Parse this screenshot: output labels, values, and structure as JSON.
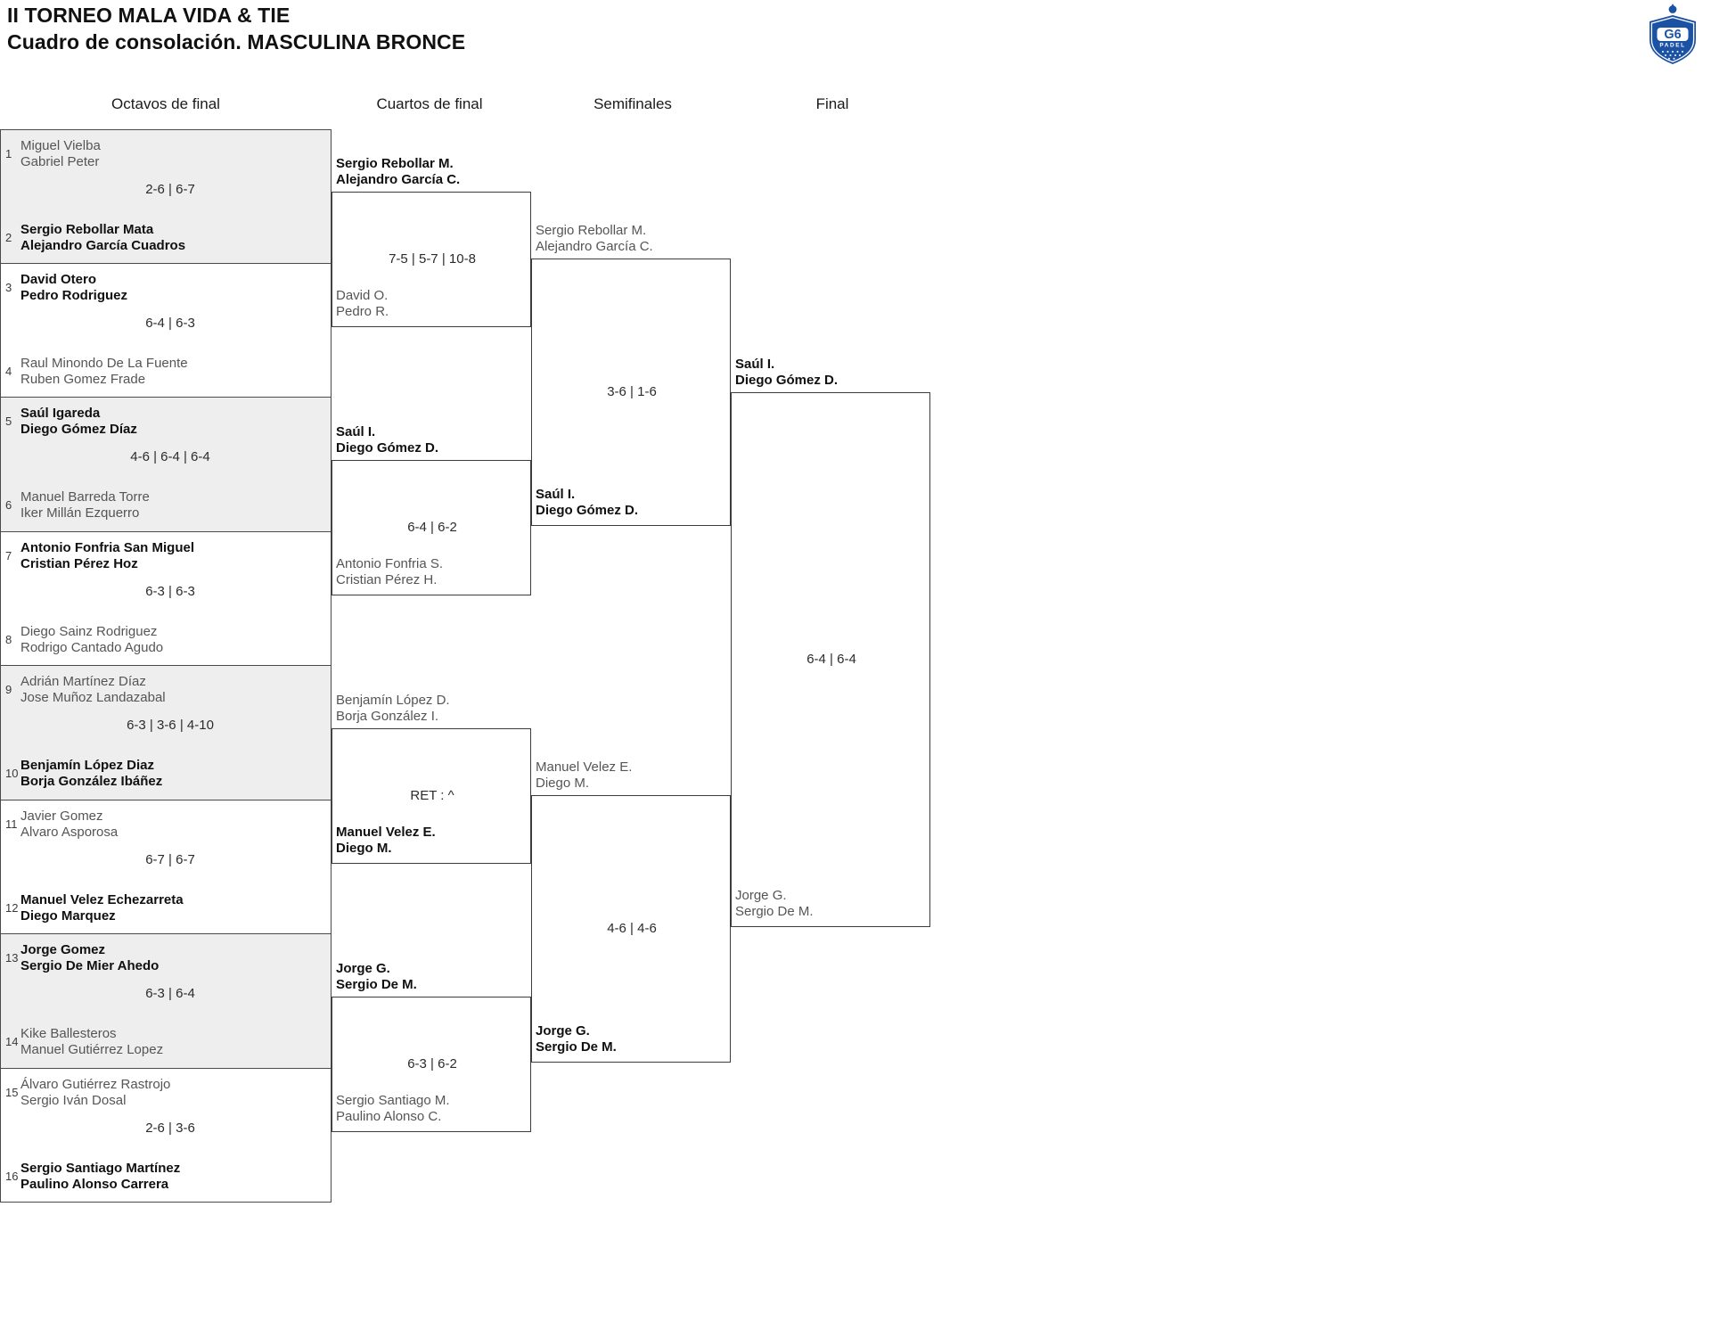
{
  "header": {
    "title_line1": "II TORNEO MALA VIDA & TIE",
    "title_line2": "Cuadro de consolación. MASCULINA BRONCE",
    "logo": {
      "name": "g6-padel-logo",
      "text": "G6",
      "subtext": "PADEL",
      "color": "#1b52a4"
    }
  },
  "rounds": [
    {
      "key": "r16",
      "label": "Octavos de final"
    },
    {
      "key": "qf",
      "label": "Cuartos de final"
    },
    {
      "key": "sf",
      "label": "Semifinales"
    },
    {
      "key": "final",
      "label": "Final"
    }
  ],
  "round_of_16": [
    {
      "seed_a": "1",
      "a1": "Miguel Vielba",
      "a2": "Gabriel Peter",
      "a_result": "lose",
      "seed_b": "2",
      "b1": "Sergio Rebollar Mata",
      "b2": "Alejandro García Cuadros",
      "b_result": "win",
      "score": "2-6 | 6-7",
      "shaded": true
    },
    {
      "seed_a": "3",
      "a1": "David Otero",
      "a2": "Pedro Rodriguez",
      "a_result": "win",
      "seed_b": "4",
      "b1": "Raul Minondo De La Fuente",
      "b2": "Ruben Gomez Frade",
      "b_result": "lose",
      "score": "6-4 | 6-3",
      "shaded": false
    },
    {
      "seed_a": "5",
      "a1": "Saúl Igareda",
      "a2": "Diego Gómez Díaz",
      "a_result": "win",
      "seed_b": "6",
      "b1": "Manuel Barreda Torre",
      "b2": "Iker Millán Ezquerro",
      "b_result": "lose",
      "score": "4-6 | 6-4 | 6-4",
      "shaded": true
    },
    {
      "seed_a": "7",
      "a1": "Antonio Fonfria San Miguel",
      "a2": "Cristian Pérez Hoz",
      "a_result": "win",
      "seed_b": "8",
      "b1": "Diego Sainz Rodriguez",
      "b2": "Rodrigo Cantado Agudo",
      "b_result": "lose",
      "score": "6-3 | 6-3",
      "shaded": false
    },
    {
      "seed_a": "9",
      "a1": "Adrián Martínez Díaz",
      "a2": "Jose Muñoz Landazabal",
      "a_result": "lose",
      "seed_b": "10",
      "b1": "Benjamín López Diaz",
      "b2": "Borja González Ibáñez",
      "b_result": "win",
      "score": "6-3 | 3-6 | 4-10",
      "shaded": true
    },
    {
      "seed_a": "11",
      "a1": "Javier Gomez",
      "a2": "Alvaro Asporosa",
      "a_result": "lose",
      "seed_b": "12",
      "b1": "Manuel Velez Echezarreta",
      "b2": "Diego Marquez",
      "b_result": "win",
      "score": "6-7 | 6-7",
      "shaded": false
    },
    {
      "seed_a": "13",
      "a1": "Jorge Gomez",
      "a2": "Sergio De Mier Ahedo",
      "a_result": "win",
      "seed_b": "14",
      "b1": "Kike Ballesteros",
      "b2": "Manuel Gutiérrez Lopez",
      "b_result": "lose",
      "score": "6-3 | 6-4",
      "shaded": true
    },
    {
      "seed_a": "15",
      "a1": "Álvaro Gutiérrez Rastrojo",
      "a2": "Sergio Iván Dosal",
      "a_result": "lose",
      "seed_b": "16",
      "b1": "Sergio Santiago Martínez",
      "b2": "Paulino Alonso Carrera",
      "b_result": "win",
      "score": "2-6 | 3-6",
      "shaded": false
    }
  ],
  "quarterfinals": [
    {
      "a1": "Sergio Rebollar M.",
      "a2": "Alejandro García C.",
      "a_result": "win",
      "b1": "David O.",
      "b2": "Pedro R.",
      "b_result": "lose",
      "score": "7-5 | 5-7 | 10-8"
    },
    {
      "a1": "Saúl I.",
      "a2": "Diego Gómez D.",
      "a_result": "win",
      "b1": "Antonio Fonfria S.",
      "b2": "Cristian Pérez H.",
      "b_result": "lose",
      "score": "6-4 | 6-2"
    },
    {
      "a1": "Benjamín López D.",
      "a2": "Borja González I.",
      "a_result": "lose",
      "b1": "Manuel Velez E.",
      "b2": "Diego M.",
      "b_result": "win",
      "score": "RET : ^"
    },
    {
      "a1": "Jorge G.",
      "a2": "Sergio De M.",
      "a_result": "win",
      "b1": "Sergio Santiago M.",
      "b2": "Paulino Alonso C.",
      "b_result": "lose",
      "score": "6-3 | 6-2"
    }
  ],
  "semifinals": [
    {
      "a1": "Sergio Rebollar M.",
      "a2": "Alejandro García C.",
      "a_result": "lose",
      "b1": "Saúl I.",
      "b2": "Diego Gómez D.",
      "b_result": "win",
      "score": "3-6 | 1-6"
    },
    {
      "a1": "Manuel Velez E.",
      "a2": "Diego M.",
      "a_result": "lose",
      "b1": "Jorge G.",
      "b2": "Sergio De M.",
      "b_result": "win",
      "score": "4-6 | 4-6"
    }
  ],
  "final": [
    {
      "a1": "Saúl I.",
      "a2": "Diego Gómez D.",
      "a_result": "win",
      "b1": "Jorge G.",
      "b2": "Sergio De M.",
      "b_result": "lose",
      "score": "6-4 | 6-4"
    }
  ]
}
